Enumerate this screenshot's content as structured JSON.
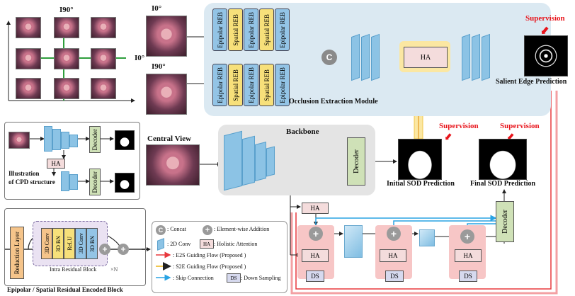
{
  "light_field": {
    "axis_top": "I90°",
    "axis_right": "I0°"
  },
  "inputs": {
    "i0": "I0°",
    "i90": "I90°",
    "central": "Central View"
  },
  "reb_labels": [
    "Epipolar REB",
    "Spatial REB",
    "Epipolar REB",
    "Spatial REB",
    "Epipolar REB"
  ],
  "concat_symbol": "C",
  "oem": {
    "title": "Occlusion Extraction Module",
    "ha": "HA"
  },
  "supervision": "Supervision",
  "salient_edge": "Salient Edge Prediction",
  "backbone": {
    "title": "Backbone",
    "decoder": "Decoder"
  },
  "initial_sod": "Initial SOD Prediction",
  "final_sod": "Final  SOD Prediction",
  "cpd": {
    "ha": "HA",
    "decoder": "Decoder",
    "caption_line1": "Illustration",
    "caption_line2": "of CPD structure"
  },
  "reb_block": {
    "reduction": "Reduction Layer",
    "ops": [
      "3D Conv",
      "3D BN",
      "ReLU",
      "3D Conv",
      "3D BN"
    ],
    "inner": "Intra Residual Block",
    "times": "×N",
    "caption": "Epipolar / Spatial Residual Encoded Block"
  },
  "bottom": {
    "ha": "HA",
    "ds": "DS",
    "decoder": "Decoder"
  },
  "legend": {
    "concat_sym": "C",
    "concat": ": Concat",
    "add_sym": "+",
    "add": ": Element-wise Addition",
    "conv": ": 2D Conv",
    "ha_sym": "HA",
    "ha": ": Holistic Attention",
    "e2s": ": E2S Guiding Flow (Proposed )",
    "s2e": ": S2E Guiding Flow (Proposed )",
    "skip": ": Skip Connection",
    "ds_sym": "DS",
    "ds": ": Down Sampling"
  }
}
